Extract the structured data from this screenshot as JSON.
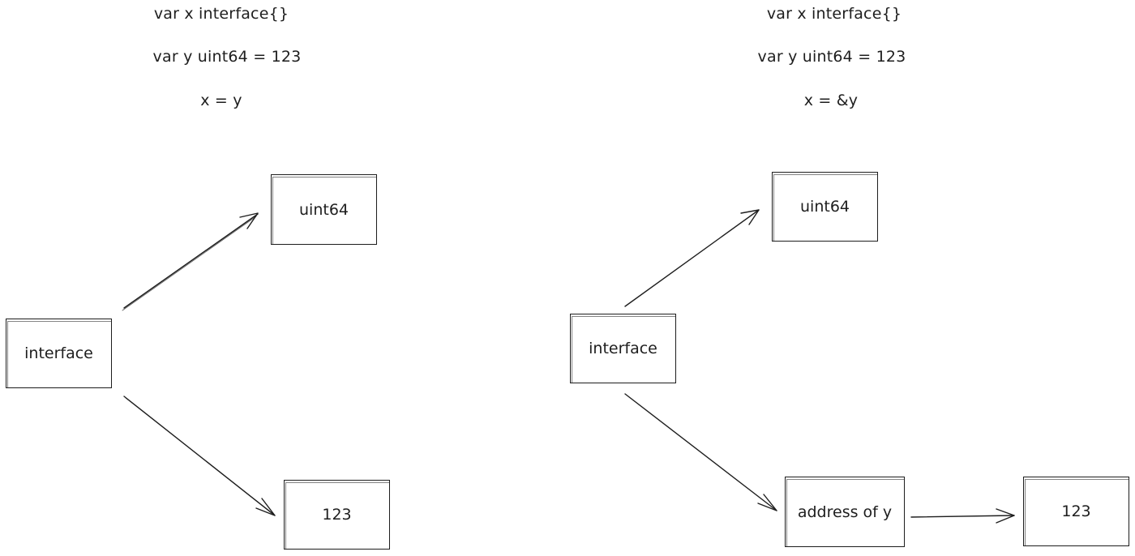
{
  "colors": {
    "stroke": "#1e1e1e",
    "background": "#ffffff"
  },
  "left": {
    "code": [
      "var x interface{}",
      "var y uint64 = 123",
      "x = y"
    ],
    "nodes": {
      "interface": "interface",
      "type": "uint64",
      "value": "123"
    }
  },
  "right": {
    "code": [
      "var x interface{}",
      "var y uint64 = 123",
      "x = &y"
    ],
    "nodes": {
      "interface": "interface",
      "type": "uint64",
      "pointer": "address of y",
      "value": "123"
    }
  }
}
